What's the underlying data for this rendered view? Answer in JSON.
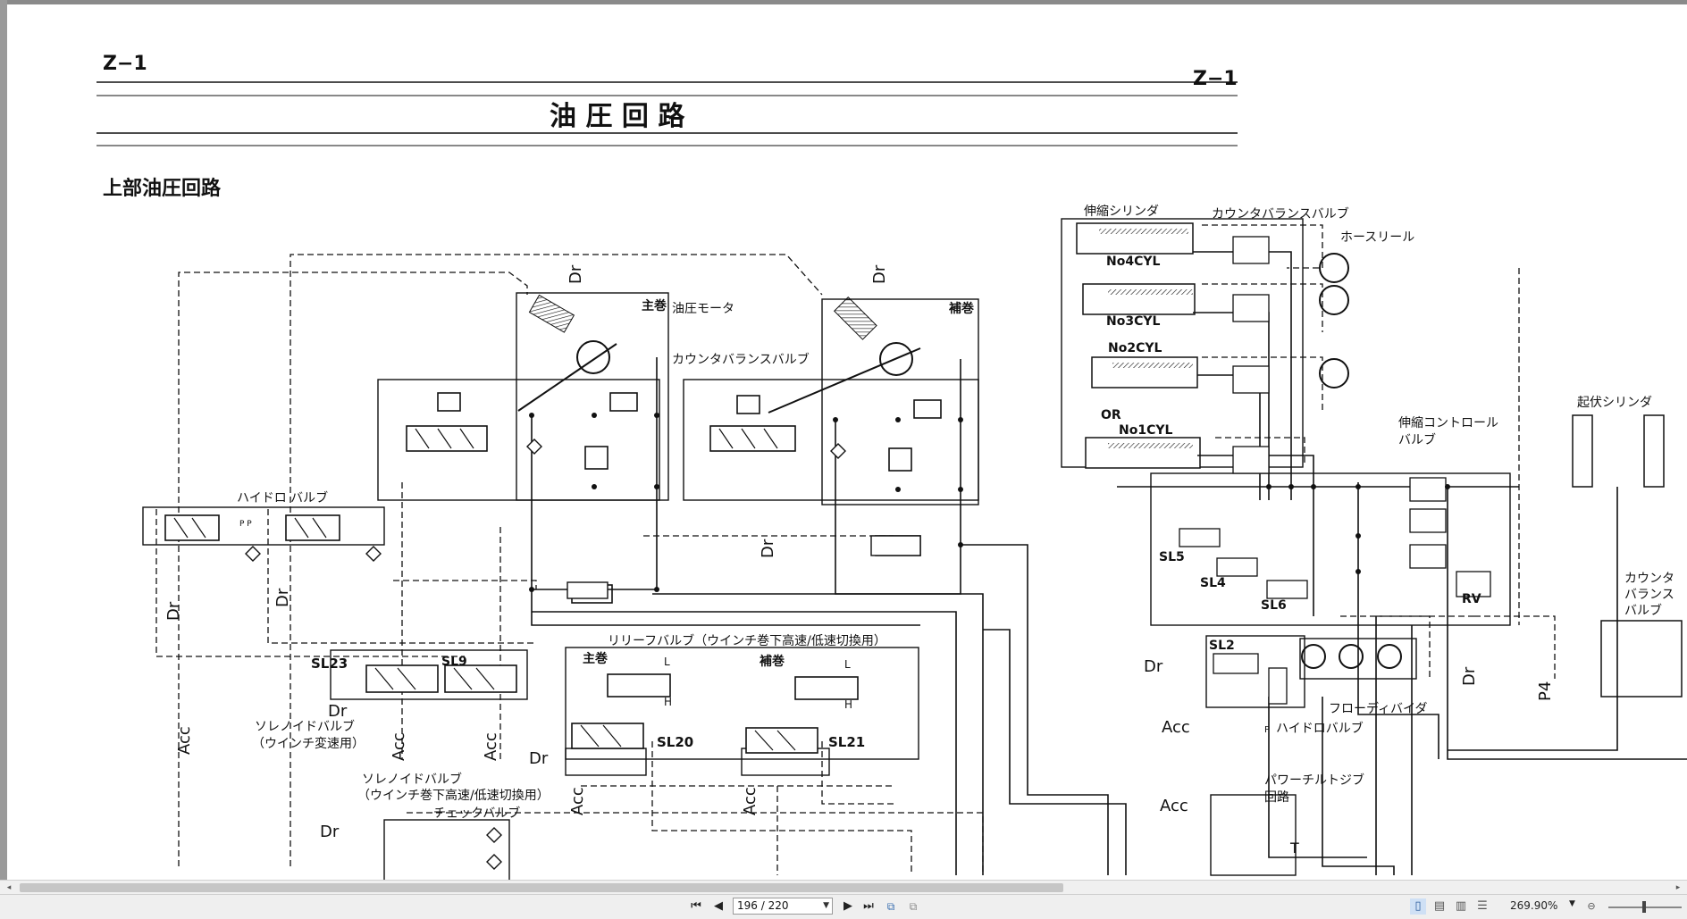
{
  "document": {
    "page_code_left": "Z−1",
    "page_code_right": "Z−1",
    "title": "油 圧 回 路",
    "section_heading": "上部油圧回路"
  },
  "labels": {
    "hydro_valve": "ハイドロ バルブ",
    "main_winch": "主巻",
    "hydraulic_motor": "油圧モータ",
    "aux_winch": "補巻",
    "counterbalance_valve_1": "カウンタバランスバルブ",
    "telescopic_cylinder": "伸縮シリンダ",
    "counterbalance_valve_2": "カウンタバランスバルブ",
    "hose_reel": "ホースリール",
    "no4cyl": "No4CYL",
    "no3cyl": "No3CYL",
    "no2cyl": "No2CYL",
    "no1cyl": "No1CYL",
    "or": "OR",
    "telescopic_control_valve_1": "伸縮コントロール",
    "telescopic_control_valve_2": "バルブ",
    "derrick_cylinder": "起伏シリンダ",
    "counterbalance_right_1": "カウンタ",
    "counterbalance_right_2": "バランス",
    "counterbalance_right_3": "バルブ",
    "sl5": "SL5",
    "sl4": "SL4",
    "sl6": "SL6",
    "rv": "RV",
    "sl2": "SL2",
    "flow_divider": "フローディバイダ",
    "hydro_valve_2": "ハイドロバルブ",
    "power_tilt_jib_1": "パワーチルトジブ",
    "power_tilt_jib_2": "回路",
    "relief_valve": "リリーフバルブ（ウインチ巻下高速/低速切換用）",
    "relief_main": "主巻",
    "relief_aux": "補巻",
    "sl20": "SL20",
    "sl21": "SL21",
    "sl23": "SL23",
    "sl9": "SL9",
    "solenoid_1a": "ソレノイドバルブ",
    "solenoid_1b": "（ウインチ変速用）",
    "solenoid_2a": "ソレノイドバルブ",
    "solenoid_2b": "（ウインチ巻下高速/低速切換用）",
    "check_valve": "チェックバルブ",
    "dr": "Dr",
    "acc": "Acc",
    "p4": "P4",
    "t": "T",
    "p": "P",
    "pp": "P P",
    "l": "L",
    "h": "H"
  },
  "viewer": {
    "page_indicator": "196 / 220",
    "zoom": "269.90%"
  }
}
